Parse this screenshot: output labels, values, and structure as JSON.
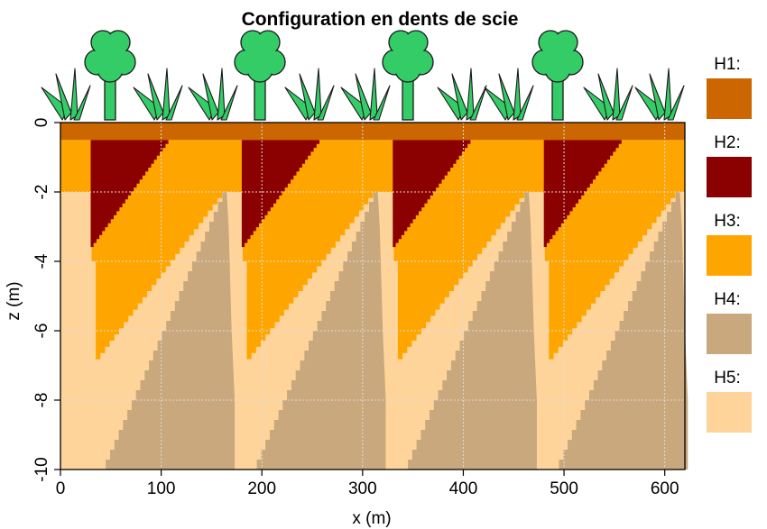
{
  "chart_data": {
    "type": "heatmap",
    "title": "Configuration en dents de scie",
    "xlabel": "x (m)",
    "ylabel": "z (m)",
    "xlim": [
      0,
      620
    ],
    "ylim": [
      -10,
      0
    ],
    "x_ticks": [
      0,
      100,
      200,
      300,
      400,
      500,
      600
    ],
    "y_ticks": [
      0,
      -2,
      -4,
      -6,
      -8,
      -10
    ],
    "x_tick_labels": [
      "0",
      "100",
      "200",
      "300",
      "400",
      "500",
      "600"
    ],
    "y_tick_labels": [
      "0",
      "-2",
      "-4",
      "-6",
      "-8",
      "-10"
    ],
    "grid": true,
    "legend_position": "right",
    "horizons": [
      {
        "name": "H1:",
        "color": "#cc6600"
      },
      {
        "name": "H2:",
        "color": "#8b0000"
      },
      {
        "name": "H3:",
        "color": "#ffa500"
      },
      {
        "name": "H4:",
        "color": "#c8a87c"
      },
      {
        "name": "H5:",
        "color": "#ffd49a"
      }
    ],
    "h1_layer": {
      "top": 0,
      "bottom": -0.5
    },
    "h3_band": {
      "top": -0.5,
      "bottom": -2
    },
    "period_m": 150,
    "periods": [
      {
        "x0": 0,
        "h4_bottom_start": 45,
        "h4_top_end": 165
      },
      {
        "x0": 150,
        "h4_bottom_start": 195,
        "h4_top_end": 315
      },
      {
        "x0": 300,
        "h4_bottom_start": 345,
        "h4_top_end": 465
      },
      {
        "x0": 450,
        "h4_bottom_start": 495,
        "h4_top_end": 615
      }
    ],
    "sawtooth_profile": {
      "h2": {
        "x_left": 30,
        "z_left": -3.7,
        "x_right": 110,
        "z_right": -0.5
      },
      "h3": {
        "x_left": 35,
        "z_left": -7.0,
        "x_right": 165,
        "z_right": -2.0
      },
      "h4": {
        "x_left": 45,
        "z_left": -10.0,
        "x_right": 165,
        "z_right": -2.0
      }
    },
    "vegetation": {
      "trees": 4,
      "grass_tufts": 9
    }
  }
}
